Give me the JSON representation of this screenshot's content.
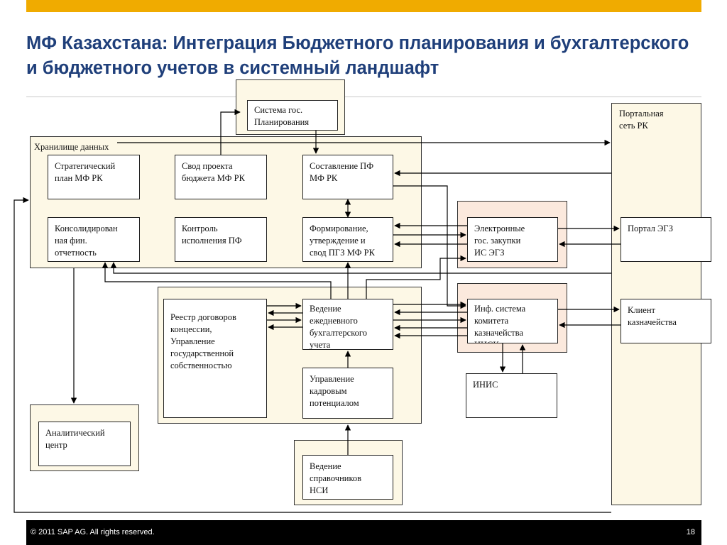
{
  "title": "МФ Казахстана: Интеграция Бюджетного планирования и бухгалтерского и бюджетного учетов в системный ландшафт",
  "containers": {
    "storage": "Хранилище данных",
    "portal_network": "Портальная\nсеть РК"
  },
  "boxes": {
    "planning_system": "Система гос.\nПланирования",
    "strategic_plan": "Стратегический\nплан МФ РК",
    "budget_draft": "Свод проекта\nбюджета МФ РК",
    "pf_compile": "Составление ПФ\nМФ РК",
    "consolidated": "Консолидирован\nная фин.\nотчетность",
    "pf_control": "Контроль\nисполнения ПФ",
    "pgz_forming": "Формирование,\nутверждение и\nсвод ПГЗ МФ РК",
    "egz_system": "Электронные\nгос. закупки\nИС ЭГЗ",
    "egz_portal": "Портал ЭГЗ",
    "registry": "Реестр договоров\nконцессии,\nУправление\nгосударственной\nсобственностью",
    "daily_accounting": "Ведение\nежедневного\nбухгалтерского\nучета",
    "treasury_system": "Инф. система\nкомитета\nказначейства\nИИСК",
    "treasury_client": "Клиент\nказначейства",
    "hr": "Управление\nкадровым\nпотенциалом",
    "inis": "ИНИС",
    "analytic": "Аналитический\nцентр",
    "reference": "Ведение\nсправочников\nНСИ"
  },
  "footer": {
    "copyright": "©  2011 SAP AG. All rights reserved.",
    "page": "18"
  },
  "colors": {
    "accent_bar": "#f0ab00",
    "title": "#1f3f7a",
    "container_fill": "#fdf8e6",
    "pink_fill": "#fbe9dd"
  }
}
